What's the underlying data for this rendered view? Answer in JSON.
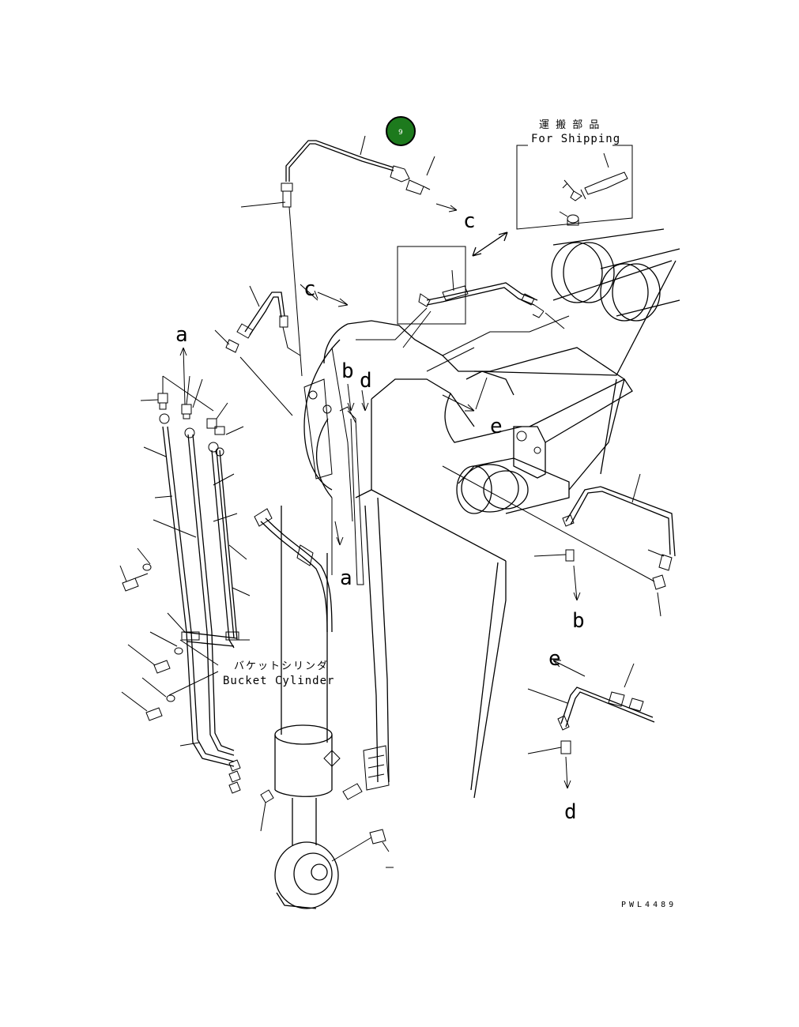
{
  "badge": {
    "label": "9",
    "color": "#1d7a1d"
  },
  "shipping": {
    "jp": "運 搬 部 品",
    "en": "For Shipping"
  },
  "cylinder": {
    "jp": "バケットシリンダ",
    "en": "Bucket Cylinder"
  },
  "refs": {
    "c_top": "c",
    "c_mid": "c",
    "a_up": "a",
    "a_down": "a",
    "b_top": "b",
    "d_top": "d",
    "e_top": "e",
    "b_right": "b",
    "e_right": "e",
    "d_right": "d"
  },
  "drawing_code": "PWL4489"
}
